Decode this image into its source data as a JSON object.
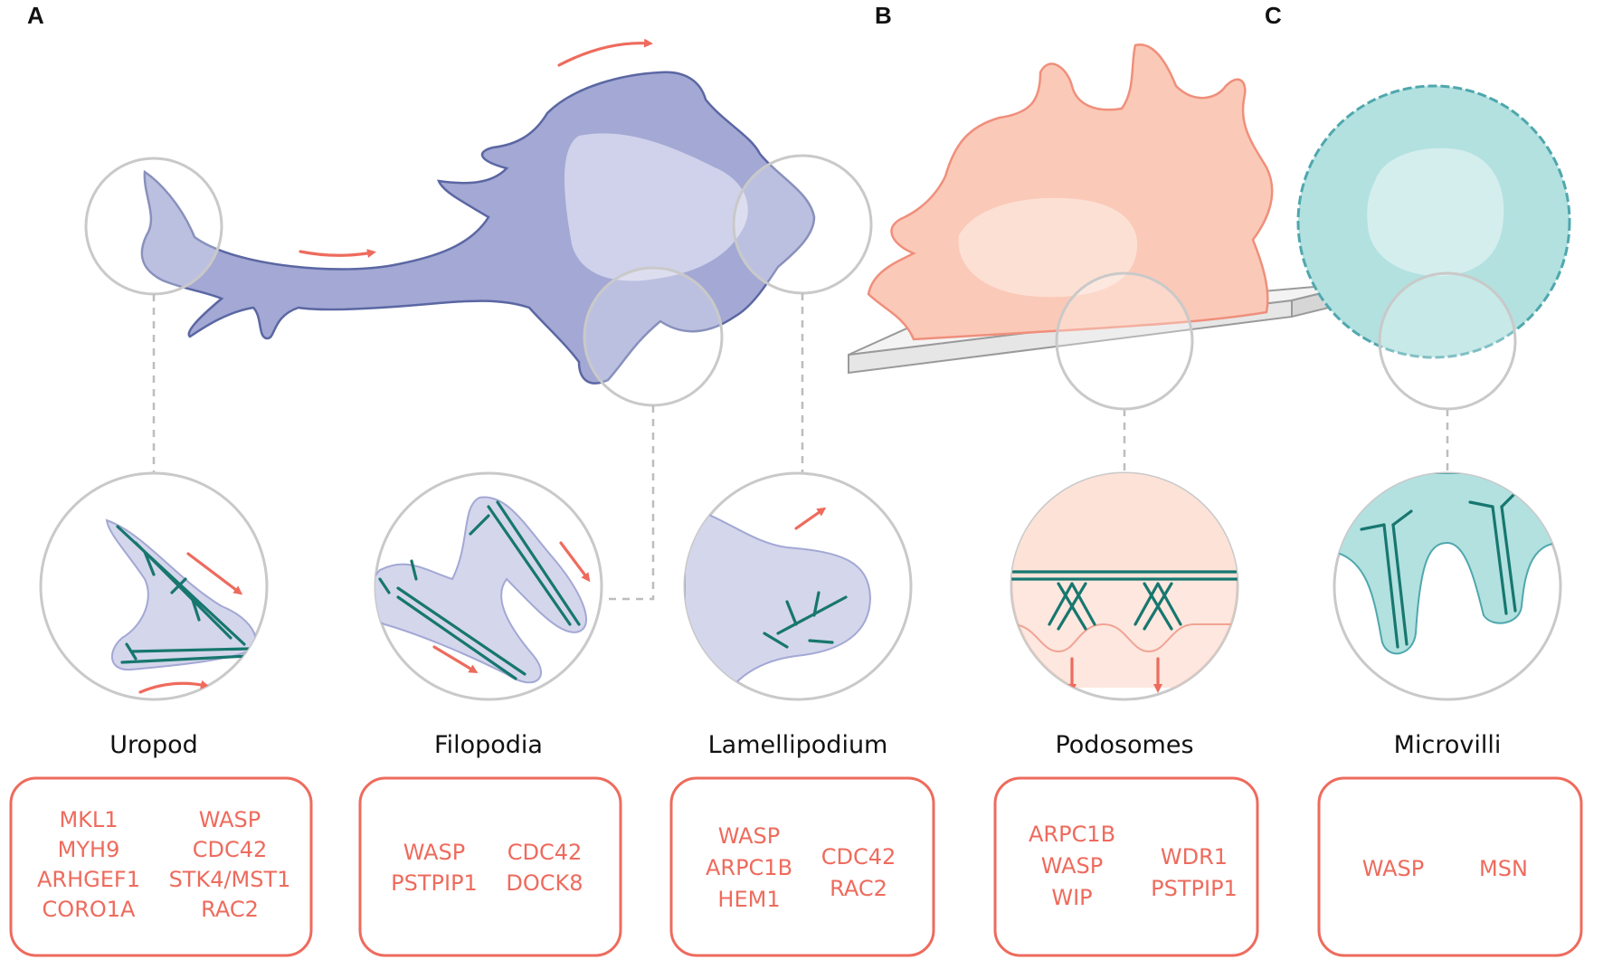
{
  "panels": [
    "A",
    "B",
    "C"
  ],
  "structures": [
    {
      "label": "Uropod",
      "genes_left": [
        "MKL1",
        "MYH9",
        "ARHGEF1",
        "CORO1A"
      ],
      "genes_right": [
        "WASP",
        "CDC42",
        "STK4/MST1",
        "RAC2"
      ]
    },
    {
      "label": "Filopodia",
      "genes_left": [
        "WASP",
        "PSTPIP1"
      ],
      "genes_right": [
        "CDC42",
        "DOCK8"
      ]
    },
    {
      "label": "Lamellipodium",
      "genes_left": [
        "WASP",
        "ARPC1B",
        "HEM1"
      ],
      "genes_right": [
        "CDC42",
        "RAC2"
      ]
    },
    {
      "label": "Podosomes",
      "genes_left": [
        "ARPC1B",
        "WASP",
        "WIP"
      ],
      "genes_right": [
        "WDR1",
        "PSTPIP1"
      ]
    },
    {
      "label": "Microvilli",
      "genes_left": [
        "WASP"
      ],
      "genes_right": [
        "MSN"
      ]
    }
  ],
  "colors": {
    "gene_text": "#ee6b5d",
    "migrating_cell": "#a3a8d4",
    "podosome_cell": "#fbc9b8",
    "microvilli_cell": "#b2e1e0",
    "actin": "#17776f"
  }
}
